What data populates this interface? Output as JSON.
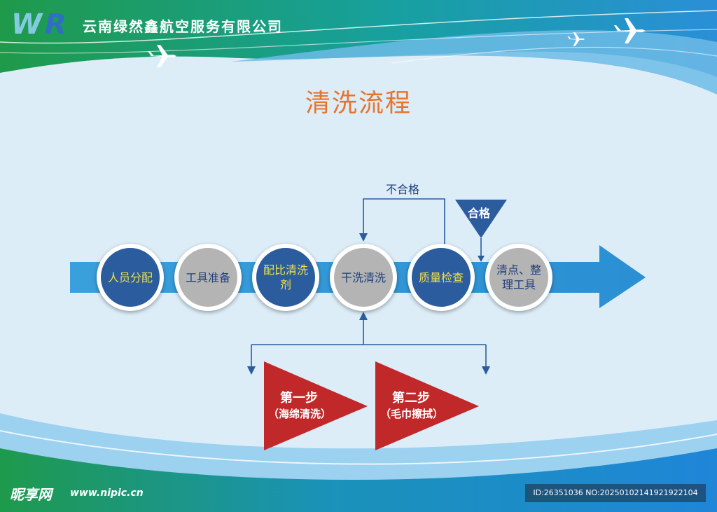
{
  "header": {
    "company_name": "云南绿然鑫航空服务有限公司",
    "logo_text": "WR"
  },
  "page_title": "清洗流程",
  "flow_steps": [
    {
      "label": "人员分配",
      "style": "blue"
    },
    {
      "label": "工具准备",
      "style": "gray"
    },
    {
      "label": "配比清洗剂",
      "style": "blue"
    },
    {
      "label": "干洗清洗",
      "style": "gray"
    },
    {
      "label": "质量检查",
      "style": "blue"
    },
    {
      "label": "清点、整理工具",
      "style": "gray"
    }
  ],
  "feedback": {
    "fail_label": "不合格",
    "pass_label": "合格"
  },
  "sub_steps": [
    {
      "title": "第一步",
      "detail": "（海绵清洗）"
    },
    {
      "title": "第二步",
      "detail": "（毛巾擦拭）"
    }
  ],
  "colors": {
    "arrow": "#3a9ad6",
    "step_blue": "#2b5c9e",
    "step_gray": "#b4b4b4",
    "sub_step_red": "#c0282a",
    "title": "#e8732a",
    "connector": "#2b5c9e"
  },
  "footer": {
    "watermark_brand": "昵享网",
    "watermark_url": "www.nipic.cn",
    "image_id": "ID:26351036 NO:20250102141921922104"
  }
}
